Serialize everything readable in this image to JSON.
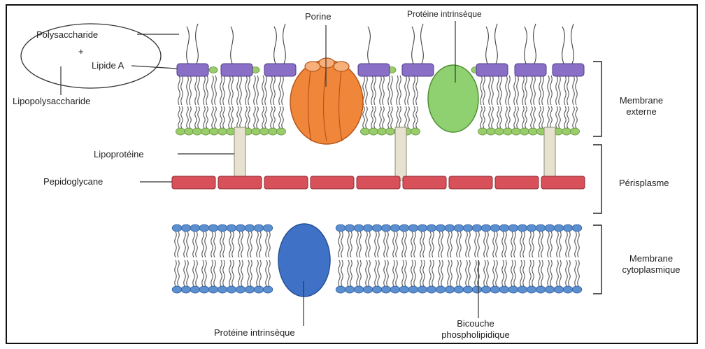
{
  "labels": {
    "polysaccharide": "Polysaccharide",
    "plus": "+",
    "lipide_a": "Lipide A",
    "lipopolysaccharide": "Lipopolysaccharide",
    "porine": "Porine",
    "proteine_intrinseque_top": "Protéine intrinsèque",
    "lipoproteine": "Lipoprotéine",
    "pepidoglycane": "Pepidoglycane",
    "membrane_externe_1": "Membrane",
    "membrane_externe_2": "externe",
    "perisplasme": "Périsplasme",
    "membrane_cyto_1": "Membrane",
    "membrane_cyto_2": "cytoplasmique",
    "proteine_intrinseque_bottom": "Protéine intrinsèque",
    "bicouche_1": "Bicouche",
    "bicouche_2": "phospholipidique"
  },
  "colors": {
    "lps_head": "#8a6fc6",
    "outer_head": "#9bcc6b",
    "porin": "#f0863a",
    "outer_protein": "#8fd070",
    "lipoprotein": "#e6e2cf",
    "peptidoglycan": "#d8515a",
    "inner_head": "#5b8fd0",
    "inner_protein": "#3f72c6"
  }
}
